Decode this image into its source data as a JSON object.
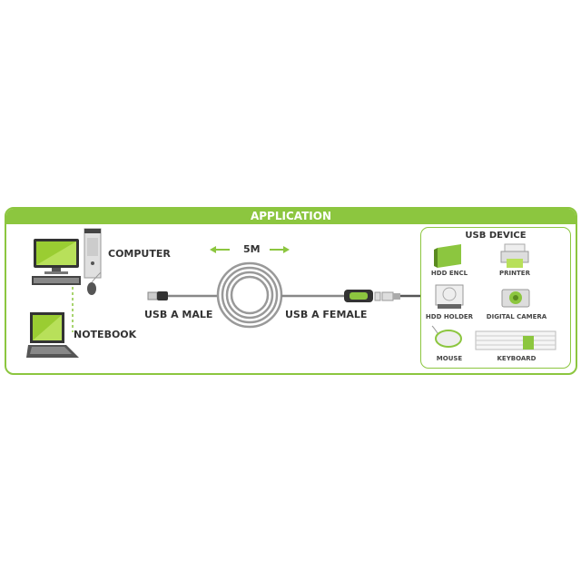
{
  "header": {
    "title": "APPLICATION"
  },
  "hosts": {
    "computer": "COMPUTER",
    "notebook": "NOTEBOOK"
  },
  "cable": {
    "length": "5M",
    "left_connector": "USB A MALE",
    "right_connector": "USB A FEMALE"
  },
  "usb_device": {
    "title": "USB DEVICE",
    "items": [
      {
        "label": "HDD ENCL",
        "icon": "hdd-enclosure-icon"
      },
      {
        "label": "PRINTER",
        "icon": "printer-icon"
      },
      {
        "label": "HDD HOLDER",
        "icon": "hdd-holder-icon"
      },
      {
        "label": "DIGITAL CAMERA",
        "icon": "camera-icon"
      },
      {
        "label": "MOUSE",
        "icon": "mouse-icon"
      },
      {
        "label": "KEYBOARD",
        "icon": "keyboard-icon"
      }
    ]
  },
  "colors": {
    "accent": "#8cc63f",
    "text": "#333333",
    "cable": "#888888"
  }
}
